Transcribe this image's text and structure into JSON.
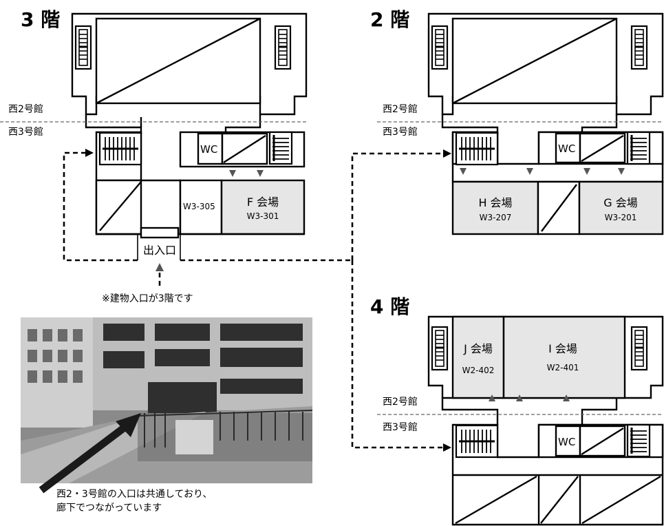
{
  "floors": {
    "f3": "3 階",
    "f2": "2 階",
    "f4": "4 階"
  },
  "buildings": {
    "west2": "西2号館",
    "west3": "西3号館"
  },
  "restroom": "WC",
  "entrance": "出入口",
  "note_entrance": "※建物入口が3階です",
  "halls": {
    "F": {
      "name": "F 会場",
      "room": "W3-301"
    },
    "H": {
      "name": "H 会場",
      "room": "W3-207"
    },
    "G": {
      "name": "G 会場",
      "room": "W3-201"
    },
    "J": {
      "name": "J 会場",
      "room": "W2-402"
    },
    "I": {
      "name": "I 会場",
      "room": "W2-401"
    }
  },
  "room_w3_305": "W3-305",
  "photo_caption": {
    "line1": "西2・3号館の入口は共通しており、",
    "line2": "廊下でつながっています"
  },
  "colors": {
    "hall_fill": "#e6e6e6",
    "line": "#000000",
    "photo": "#8a8a8a"
  }
}
